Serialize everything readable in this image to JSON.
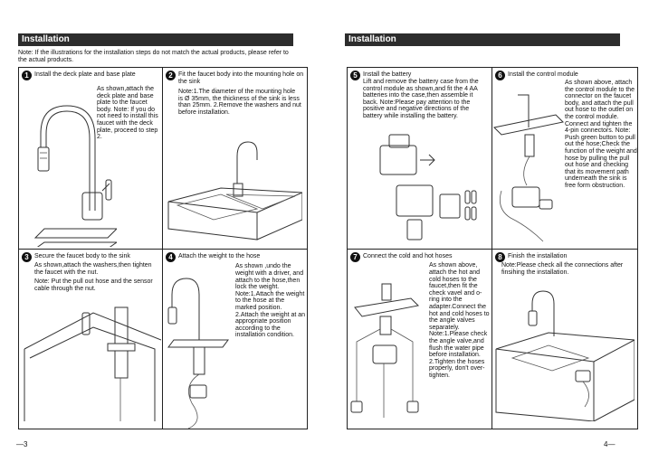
{
  "left_page": {
    "header": "Installation",
    "note": "Note: If the illustrations for the installation steps do not match the actual products, please refer to the actual products.",
    "page_number": "—3",
    "steps": [
      {
        "number": "1",
        "title": "Install the deck plate and base plate",
        "body": "As shown,attach the deck plate and base plate to the faucet body. Note: If you do not need to install this faucet with the deck plate, proceed to step 2."
      },
      {
        "number": "2",
        "title": "Fit the faucet body into the mounting hole on the sink",
        "body": "Note:1.The diameter of the mounting hole is Ø 35mm, the thickness of the sink is less than 25mm. 2.Remove the washers and nut before installation."
      },
      {
        "number": "3",
        "title": "Secure the faucet body to the sink",
        "body": "As shown,attach the washers,then tighten the faucet with the nut.",
        "body2": "Note: Put the pull out hose and the sensor cable through the nut."
      },
      {
        "number": "4",
        "title": "Attach the weight to the hose",
        "body": "As shown ,undo the weight with a driver, and attach to the hose,then lock the weight. Note:1.Attach the weight to the hose at the marked position. 2.Attach the weight at an appropriate position according to the installation condition."
      }
    ]
  },
  "right_page": {
    "header": "Installation",
    "page_number": "4—",
    "steps": [
      {
        "number": "5",
        "title": "Install the battery",
        "body": "Lift and remove the battery case from the control module as shown,and fit the 4 AA batteries into the case,then assemble it back. Note:Please pay attention to the positive and negative directions of the battery while installing the battery."
      },
      {
        "number": "6",
        "title": "Install the control module",
        "body": "As shown above, attach the control module to the connector on the faucet body, and attach the pull out hose to the outlet on the control module. Connect and tighten the 4-pin connectors. Note: Push green button to pull out the hose;Check the function of the weight and hose by pulling the pull out hose and checking that its movement path underneath the sink is free form obstruction."
      },
      {
        "number": "7",
        "title": "Connect the cold and hot hoses",
        "body": "As shown above, attach the hot and cold hoses to the faucet,then fit the check vavel and o-ring into the adapter.Connect the hot and cold hoses to the angle valves separately. Note:1.Please check the angle valve,and flush the water pipe before installation. 2.Tighten the hoses properly, don't over-tighten."
      },
      {
        "number": "8",
        "title": "Finish the installation",
        "body": "Note:Please check all the connections after finsihing the installation."
      }
    ]
  }
}
